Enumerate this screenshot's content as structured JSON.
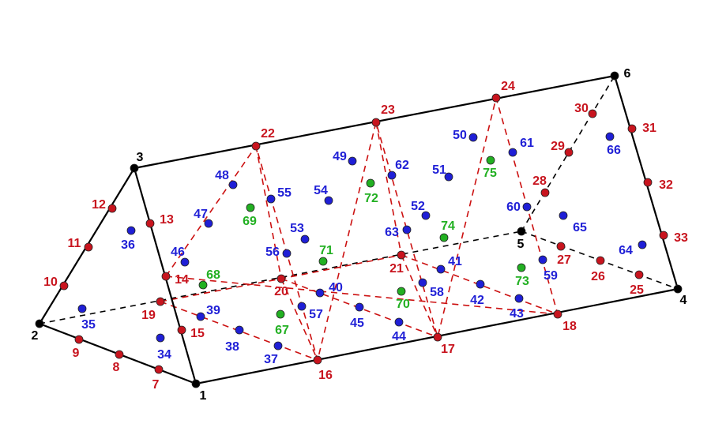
{
  "colors": {
    "vertex": "#000000",
    "edge_node": "#c8141e",
    "face_node": "#1f1fd6",
    "interior_node": "#22b022",
    "edge_label": "#c8141e",
    "face_label": "#1f1fd6",
    "interior_label": "#22b022",
    "vertex_label": "#000000"
  },
  "nodes": [
    {
      "label": "1",
      "kind": "vertex"
    },
    {
      "label": "2",
      "kind": "vertex"
    },
    {
      "label": "3",
      "kind": "vertex"
    },
    {
      "label": "4",
      "kind": "vertex"
    },
    {
      "label": "5",
      "kind": "vertex"
    },
    {
      "label": "6",
      "kind": "vertex"
    },
    {
      "label": "7",
      "kind": "edge"
    },
    {
      "label": "8",
      "kind": "edge"
    },
    {
      "label": "9",
      "kind": "edge"
    },
    {
      "label": "10",
      "kind": "edge"
    },
    {
      "label": "11",
      "kind": "edge"
    },
    {
      "label": "12",
      "kind": "edge"
    },
    {
      "label": "13",
      "kind": "edge"
    },
    {
      "label": "14",
      "kind": "edge"
    },
    {
      "label": "15",
      "kind": "edge"
    },
    {
      "label": "16",
      "kind": "edge"
    },
    {
      "label": "17",
      "kind": "edge"
    },
    {
      "label": "18",
      "kind": "edge"
    },
    {
      "label": "19",
      "kind": "edge"
    },
    {
      "label": "20",
      "kind": "edge"
    },
    {
      "label": "21",
      "kind": "edge"
    },
    {
      "label": "22",
      "kind": "edge"
    },
    {
      "label": "23",
      "kind": "edge"
    },
    {
      "label": "24",
      "kind": "edge"
    },
    {
      "label": "25",
      "kind": "edge"
    },
    {
      "label": "26",
      "kind": "edge"
    },
    {
      "label": "27",
      "kind": "edge"
    },
    {
      "label": "28",
      "kind": "edge"
    },
    {
      "label": "29",
      "kind": "edge"
    },
    {
      "label": "30",
      "kind": "edge"
    },
    {
      "label": "31",
      "kind": "edge"
    },
    {
      "label": "32",
      "kind": "edge"
    },
    {
      "label": "33",
      "kind": "edge"
    },
    {
      "label": "34",
      "kind": "face"
    },
    {
      "label": "35",
      "kind": "face"
    },
    {
      "label": "36",
      "kind": "face"
    },
    {
      "label": "37",
      "kind": "face"
    },
    {
      "label": "38",
      "kind": "face"
    },
    {
      "label": "39",
      "kind": "face"
    },
    {
      "label": "40",
      "kind": "face"
    },
    {
      "label": "41",
      "kind": "face"
    },
    {
      "label": "42",
      "kind": "face"
    },
    {
      "label": "43",
      "kind": "face"
    },
    {
      "label": "44",
      "kind": "face"
    },
    {
      "label": "45",
      "kind": "face"
    },
    {
      "label": "46",
      "kind": "face"
    },
    {
      "label": "47",
      "kind": "face"
    },
    {
      "label": "48",
      "kind": "face"
    },
    {
      "label": "49",
      "kind": "face"
    },
    {
      "label": "50",
      "kind": "face"
    },
    {
      "label": "51",
      "kind": "face"
    },
    {
      "label": "52",
      "kind": "face"
    },
    {
      "label": "53",
      "kind": "face"
    },
    {
      "label": "54",
      "kind": "face"
    },
    {
      "label": "55",
      "kind": "face"
    },
    {
      "label": "56",
      "kind": "face"
    },
    {
      "label": "57",
      "kind": "face"
    },
    {
      "label": "58",
      "kind": "face"
    },
    {
      "label": "59",
      "kind": "face"
    },
    {
      "label": "60",
      "kind": "face"
    },
    {
      "label": "61",
      "kind": "face"
    },
    {
      "label": "62",
      "kind": "face"
    },
    {
      "label": "63",
      "kind": "face"
    },
    {
      "label": "64",
      "kind": "face"
    },
    {
      "label": "65",
      "kind": "face"
    },
    {
      "label": "66",
      "kind": "face"
    },
    {
      "label": "67",
      "kind": "interior"
    },
    {
      "label": "68",
      "kind": "interior"
    },
    {
      "label": "69",
      "kind": "interior"
    },
    {
      "label": "70",
      "kind": "interior"
    },
    {
      "label": "71",
      "kind": "interior"
    },
    {
      "label": "72",
      "kind": "interior"
    },
    {
      "label": "73",
      "kind": "interior"
    },
    {
      "label": "74",
      "kind": "interior"
    },
    {
      "label": "75",
      "kind": "interior"
    }
  ]
}
